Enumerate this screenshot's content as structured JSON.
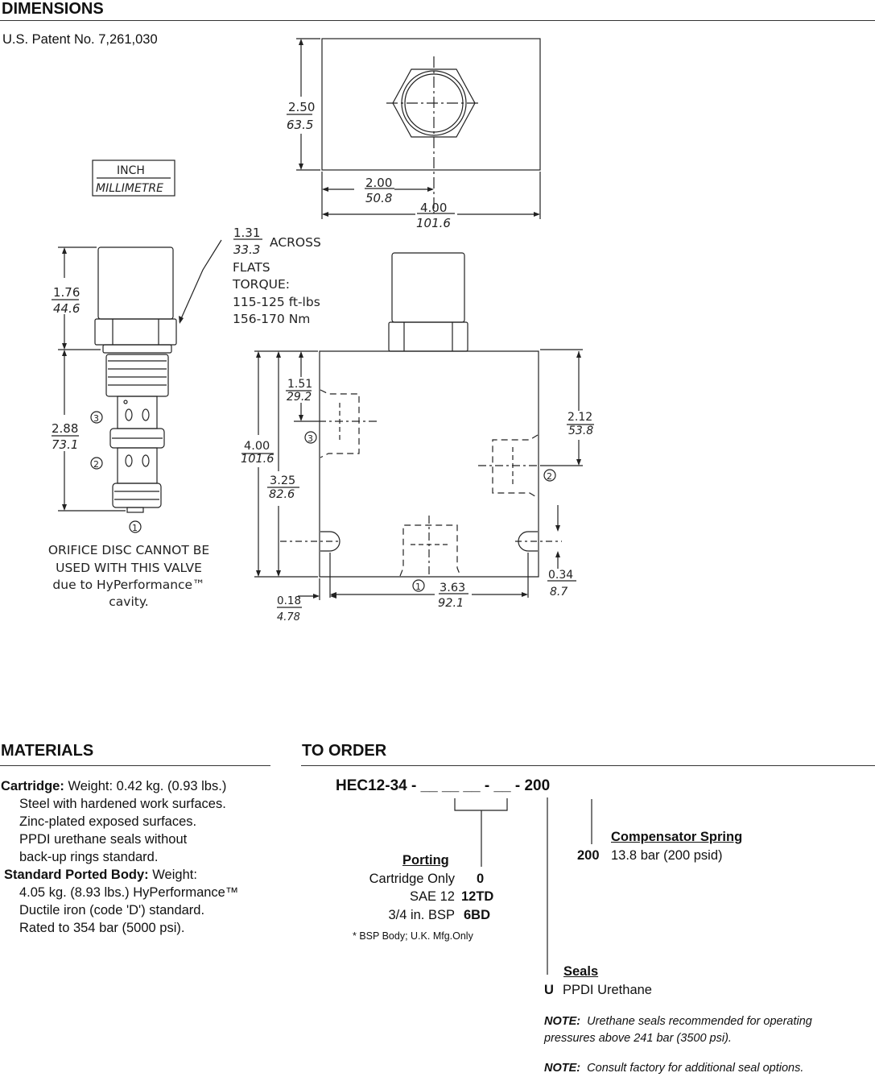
{
  "sections": {
    "dimensions": "DIMENSIONS",
    "patent": "U.S. Patent No. 7,261,030",
    "materials": "MATERIALS",
    "to_order": "TO ORDER"
  },
  "legend": {
    "inch": "INCH",
    "mm": "MILLIMETRE"
  },
  "top_view": {
    "height_in": "2.50",
    "height_mm": "63.5",
    "center_in": "2.00",
    "center_mm": "50.8",
    "width_in": "4.00",
    "width_mm": "101.6"
  },
  "cartridge": {
    "flats_in": "1.31",
    "flats_mm": "33.3",
    "flats_text": [
      "ACROSS",
      "FLATS",
      "TORQUE:",
      "115-125 ft-lbs",
      "156-170 Nm"
    ],
    "upper_in": "1.76",
    "upper_mm": "44.6",
    "lower_in": "2.88",
    "lower_mm": "73.1",
    "ports": [
      "3",
      "2",
      "1"
    ],
    "orifice_note": [
      "ORIFICE DISC CANNOT BE",
      "USED WITH THIS VALVE",
      "due to HyPerformance™",
      "cavity."
    ]
  },
  "body_view": {
    "d151_in": "1.51",
    "d151_mm": "29.2",
    "d400_in": "4.00",
    "d400_mm": "101.6",
    "d325_in": "3.25",
    "d325_mm": "82.6",
    "d212_in": "2.12",
    "d212_mm": "53.8",
    "d034_in": "0.34",
    "d034_mm": "8.7",
    "d018_in": "0.18",
    "d018_mm": "4.78",
    "d363_in": "3.63",
    "d363_mm": "92.1",
    "ports": [
      "3",
      "2",
      "1"
    ]
  },
  "materials": {
    "cartridge_label": "Cartridge:",
    "cartridge_first": "Weight: 0.42 kg. (0.93 lbs.)",
    "cartridge_lines": [
      "Steel with hardened work surfaces.",
      "Zinc-plated exposed surfaces.",
      "PPDI urethane seals without",
      "back-up rings standard."
    ],
    "body_label": "Standard Ported Body:",
    "body_first": "Weight:",
    "body_lines": [
      "4.05 kg. (8.93 lbs.) HyPerformance™",
      "Ductile iron (code 'D') standard.",
      "Rated to 354 bar (5000 psi)."
    ]
  },
  "order": {
    "code_prefix": "HEC12-34 -",
    "code_blanks": "__ __ __ - __ -",
    "code_suffix": "200",
    "porting_title": "Porting",
    "porting": [
      {
        "label": "Cartridge Only",
        "code": "0"
      },
      {
        "label": "SAE 12",
        "code": "12TD"
      },
      {
        "label": "3/4 in. BSP",
        "code": "6BD"
      }
    ],
    "bsp_note": "* BSP Body; U.K. Mfg.Only",
    "spring_title": "Compensator Spring",
    "spring_code": "200",
    "spring_desc": "13.8 bar (200 psid)",
    "seals_title": "Seals",
    "seals_code": "U",
    "seals_desc": "PPDI Urethane",
    "note1_key": "NOTE:",
    "note1_line1": "Urethane seals recommended for operating",
    "note1_line2": "pressures above 241 bar (3500 psi).",
    "note2_key": "NOTE:",
    "note2_text": "Consult factory for additional seal options."
  }
}
